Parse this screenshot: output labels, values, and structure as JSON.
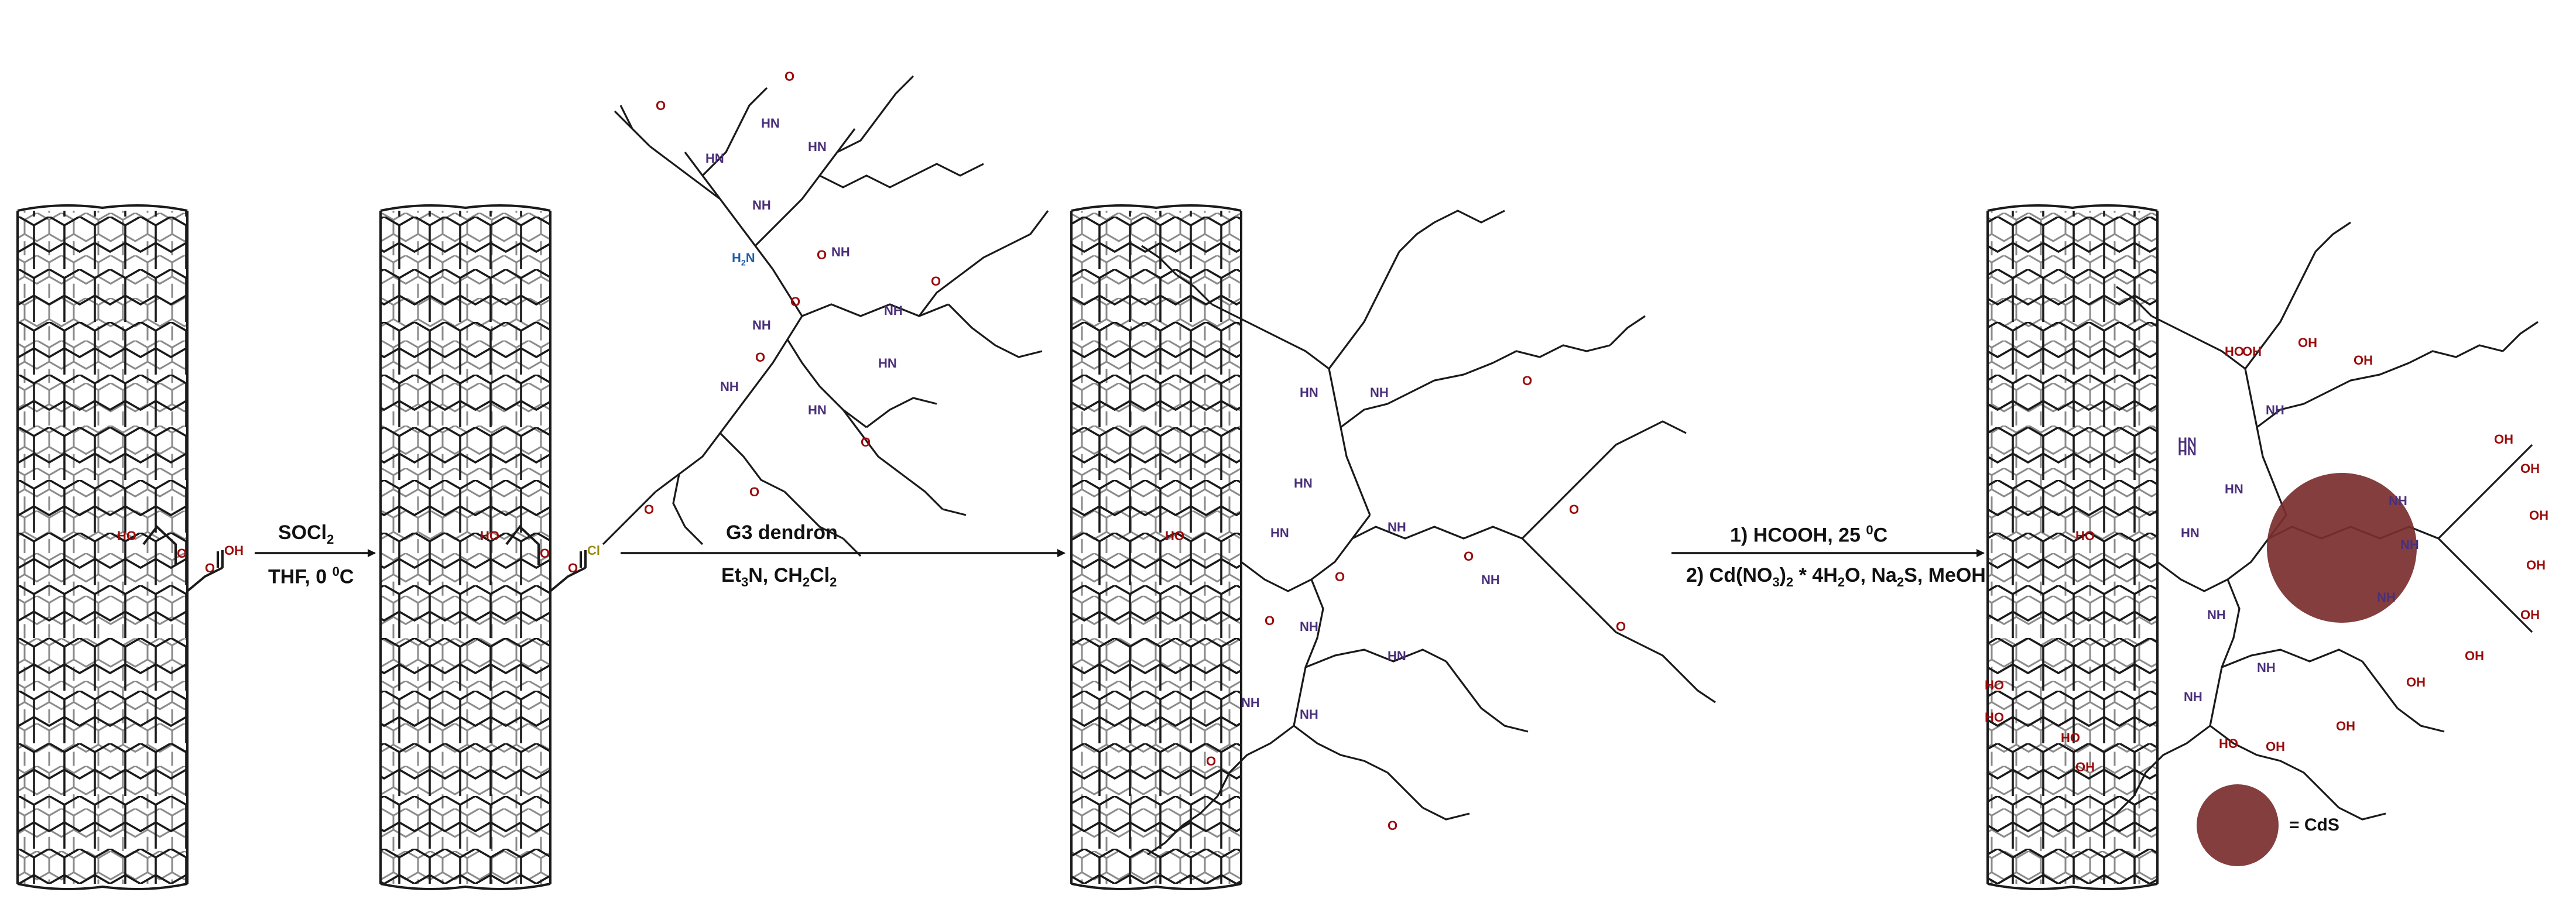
{
  "colors": {
    "bond": "#1a1a1a",
    "back_bond": "#8a8a8a",
    "oxygen": "#9b0b0b",
    "nitrogen": "#4a2f7a",
    "amine": "#1f5fa6",
    "chlorine": "#9b8a10",
    "cds": "#7a2e2e",
    "arrow": "#111111"
  },
  "steps": {
    "step1": {
      "reagent": "SOCl",
      "reagent_sub": "2",
      "condition": "THF, 0 ",
      "condition_sup": "0",
      "condition_end": "C"
    },
    "step2": {
      "reagent": "G3 dendron",
      "condition": "Et",
      "condition_sub": "3",
      "condition_end": "N, CH",
      "condition_sub2": "2",
      "condition_end2": "Cl",
      "condition_sub3": "2"
    },
    "step3": {
      "line1": "1) HCOOH, 25 ",
      "line1_sup": "0",
      "line1_end": "C",
      "line2": "2) Cd(NO",
      "line2_sub1": "3",
      "line2_mid": ")",
      "line2_sub2": "2",
      "line2_end": " * 4H",
      "line2_sub3": "2",
      "line2_end2": "O, Na",
      "line2_sub4": "2",
      "line2_end3": "S, MeOH"
    }
  },
  "atoms": {
    "ho": "HO",
    "o": "O",
    "oh": "OH",
    "cl": "Cl",
    "nh": "NH",
    "hn": "HN",
    "h2n": "H",
    "h2n_sub": "2",
    "h2n_end": "N",
    "ho_2": "HO"
  },
  "legend": {
    "label": "= CdS",
    "icon": "cds-nanoparticle"
  }
}
